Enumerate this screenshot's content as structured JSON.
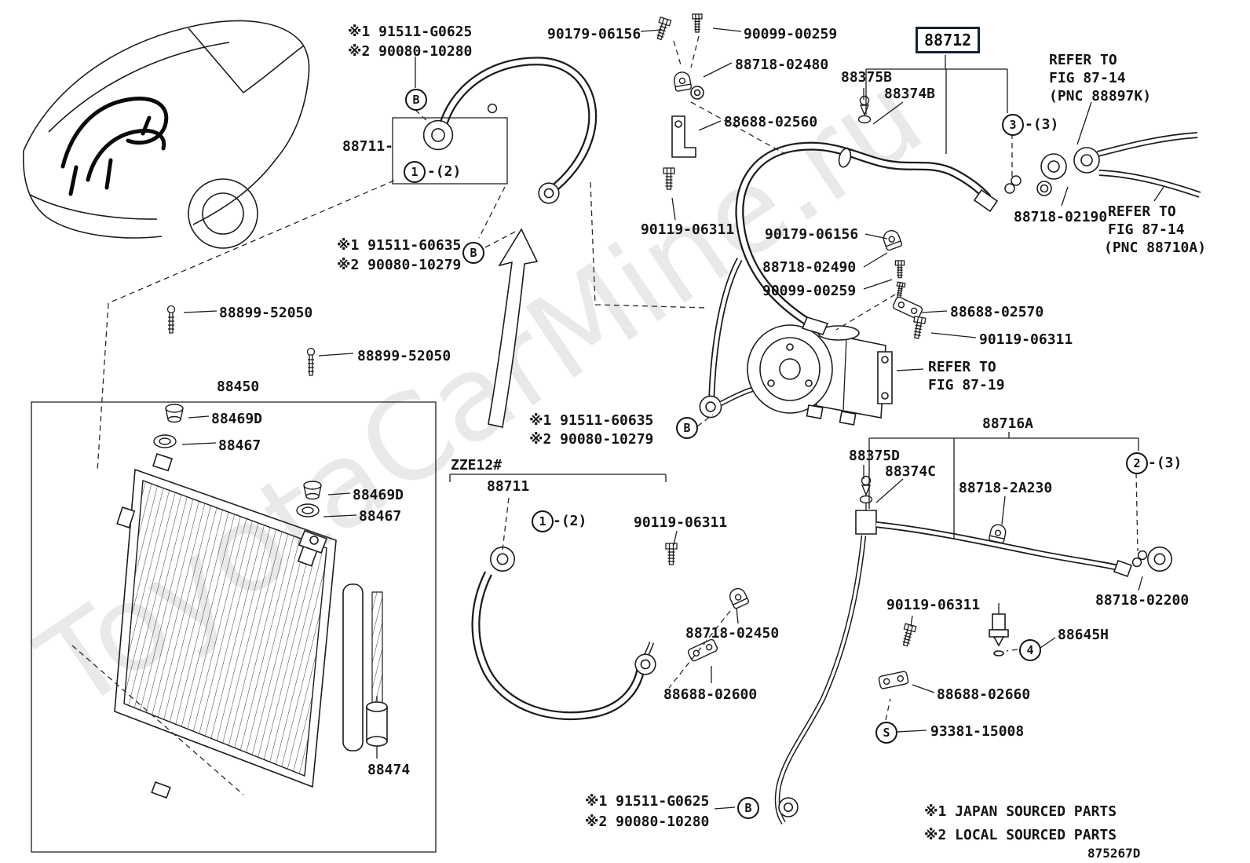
{
  "watermark": "ToyotaCarMine.ru",
  "drawing_code": "875267D",
  "legend": {
    "japan": "※1 JAPAN SOURCED PARTS",
    "local": "※2 LOCAL SOURCED PARTS"
  },
  "parts": {
    "p91511_G0625": "※1 91511-G0625",
    "p90080_10280": "※2 90080-10280",
    "p91511_60635": "※1 91511-60635",
    "p90080_10279": "※2 90080-10279",
    "p90179_06156": "90179-06156",
    "p90099_00259": "90099-00259",
    "p88718_02480": "88718-02480",
    "p88688_02560": "88688-02560",
    "p88712": "88712",
    "p88375B": "88375B",
    "p88374B": "88374B",
    "p88711_dash": "88711-",
    "p88711": "88711",
    "p90119_06311": "90119-06311",
    "p88718_02190": "88718-02190",
    "p88718_02490": "88718-02490",
    "p88688_02570": "88688-02570",
    "p88899_52050": "88899-52050",
    "p88450": "88450",
    "p88469D": "88469D",
    "p88467": "88467",
    "p88716A": "88716A",
    "p88375D": "88375D",
    "p88374C": "88374C",
    "p88718_2A230": "88718-2A230",
    "p88718_02200": "88718-02200",
    "p88718_02450": "88718-02450",
    "p88645H": "88645H",
    "p88688_02600": "88688-02600",
    "p88688_02660": "88688-02660",
    "p93381_15008": "93381-15008",
    "p88474": "88474",
    "zze": "ZZE12#"
  },
  "refers": {
    "refer_to": "REFER TO",
    "fig_87_14": "FIG 87-14",
    "pnc_88897K": "(PNC 88897K)",
    "pnc_88710A": "(PNC 88710A)",
    "fig_87_19": "FIG 87-19"
  },
  "callouts": {
    "b": "B",
    "s": "S",
    "c1": "1",
    "c2": "2",
    "c3": "3",
    "c4": "4",
    "qty2": "-(2)",
    "qty3": "-(3)"
  }
}
